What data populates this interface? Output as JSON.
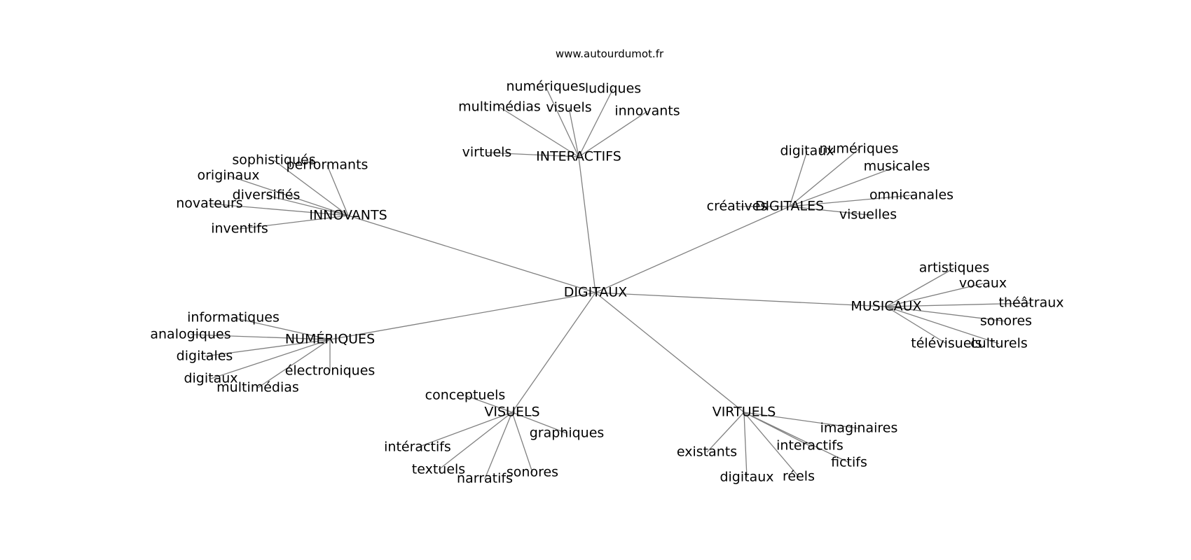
{
  "source": "www.autourdumot.fr",
  "center": "DIGITAUX",
  "groups": [
    {
      "id": "interactifs",
      "label": "INTERACTIFS",
      "leaves": [
        "virtuels",
        "multimédias",
        "numériques",
        "visuels",
        "ludiques",
        "innovants"
      ]
    },
    {
      "id": "innovants",
      "label": "INNOVANTS",
      "leaves": [
        "sophistiqués",
        "performants",
        "originaux",
        "diversifiés",
        "novateurs",
        "inventifs"
      ]
    },
    {
      "id": "digitales",
      "label": "DIGITALES",
      "leaves": [
        "digitaux",
        "numériques",
        "musicales",
        "créatives",
        "omnicanales",
        "visuelles"
      ]
    },
    {
      "id": "musicaux",
      "label": "MUSICAUX",
      "leaves": [
        "artistiques",
        "vocaux",
        "théâtraux",
        "sonores",
        "culturels",
        "télévisuels"
      ]
    },
    {
      "id": "numeriques",
      "label": "NUMÉRIQUES",
      "leaves": [
        "informatiques",
        "analogiques",
        "digitales",
        "digitaux",
        "multimédias",
        "électroniques"
      ]
    },
    {
      "id": "visuels",
      "label": "VISUELS",
      "leaves": [
        "conceptuels",
        "graphiques",
        "intéractifs",
        "textuels",
        "narratifs",
        "sonores"
      ]
    },
    {
      "id": "virtuels",
      "label": "VIRTUELS",
      "leaves": [
        "imaginaires",
        "interactifs",
        "fictifs",
        "existants",
        "digitaux",
        "réels"
      ]
    }
  ]
}
